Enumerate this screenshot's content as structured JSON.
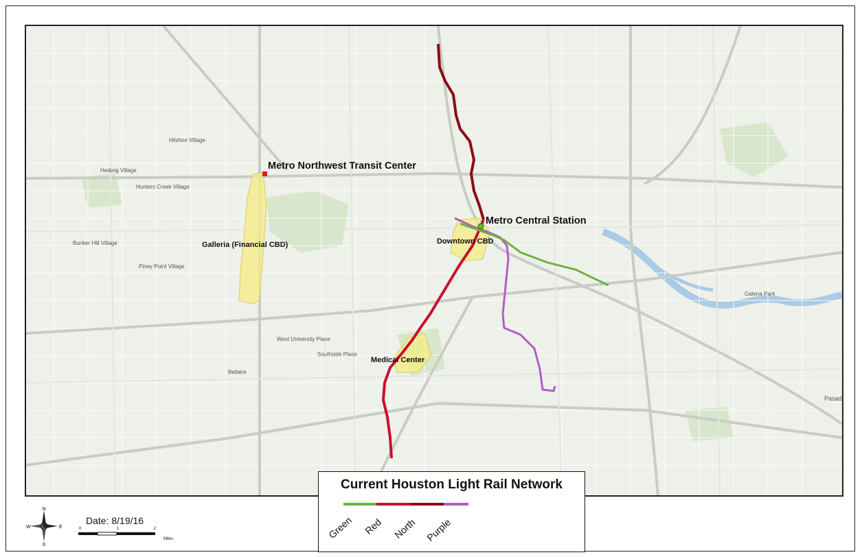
{
  "map": {
    "title": "Current Houston Light Rail Network",
    "points": {
      "metro_northwest": "Metro Northwest Transit Center",
      "metro_central": "Metro Central Station"
    },
    "areas": {
      "galleria": "Galleria (Financial CBD)",
      "downtown": "Downtown CBD",
      "medical": "Medical Center"
    },
    "place_labels": {
      "hilshire": "Hilshire Village",
      "hedwig": "Hedwig Village",
      "hunters_creek": "Hunters Creek Village",
      "bunker_hill": "Bunker Hill Village",
      "piney_point": "Piney Point Village",
      "west_university": "West University Place",
      "southside": "Southside Place",
      "bellaire": "Bellaire",
      "galena_park": "Galena Park",
      "pasadena": "Pasad"
    },
    "colors": {
      "green": "#6db33f",
      "red": "#c8102e",
      "north": "#8b0d14",
      "purple": "#b05ec5",
      "area_fill": "#f4ec8a",
      "station": "#e8141b"
    }
  },
  "legend": {
    "title": "Current Houston Light Rail Network",
    "items": [
      {
        "label": "Green",
        "color": "#6db33f"
      },
      {
        "label": "Red",
        "color": "#c8102e"
      },
      {
        "label": "North",
        "color": "#8b0d14"
      },
      {
        "label": "Purple",
        "color": "#b05ec5"
      }
    ]
  },
  "date_label": "Date: 8/19/16",
  "scale": {
    "ticks": [
      "0",
      "1",
      "2"
    ],
    "unit": "Miles"
  },
  "compass": {
    "n": "N",
    "s": "S",
    "e": "E",
    "w": "W"
  }
}
